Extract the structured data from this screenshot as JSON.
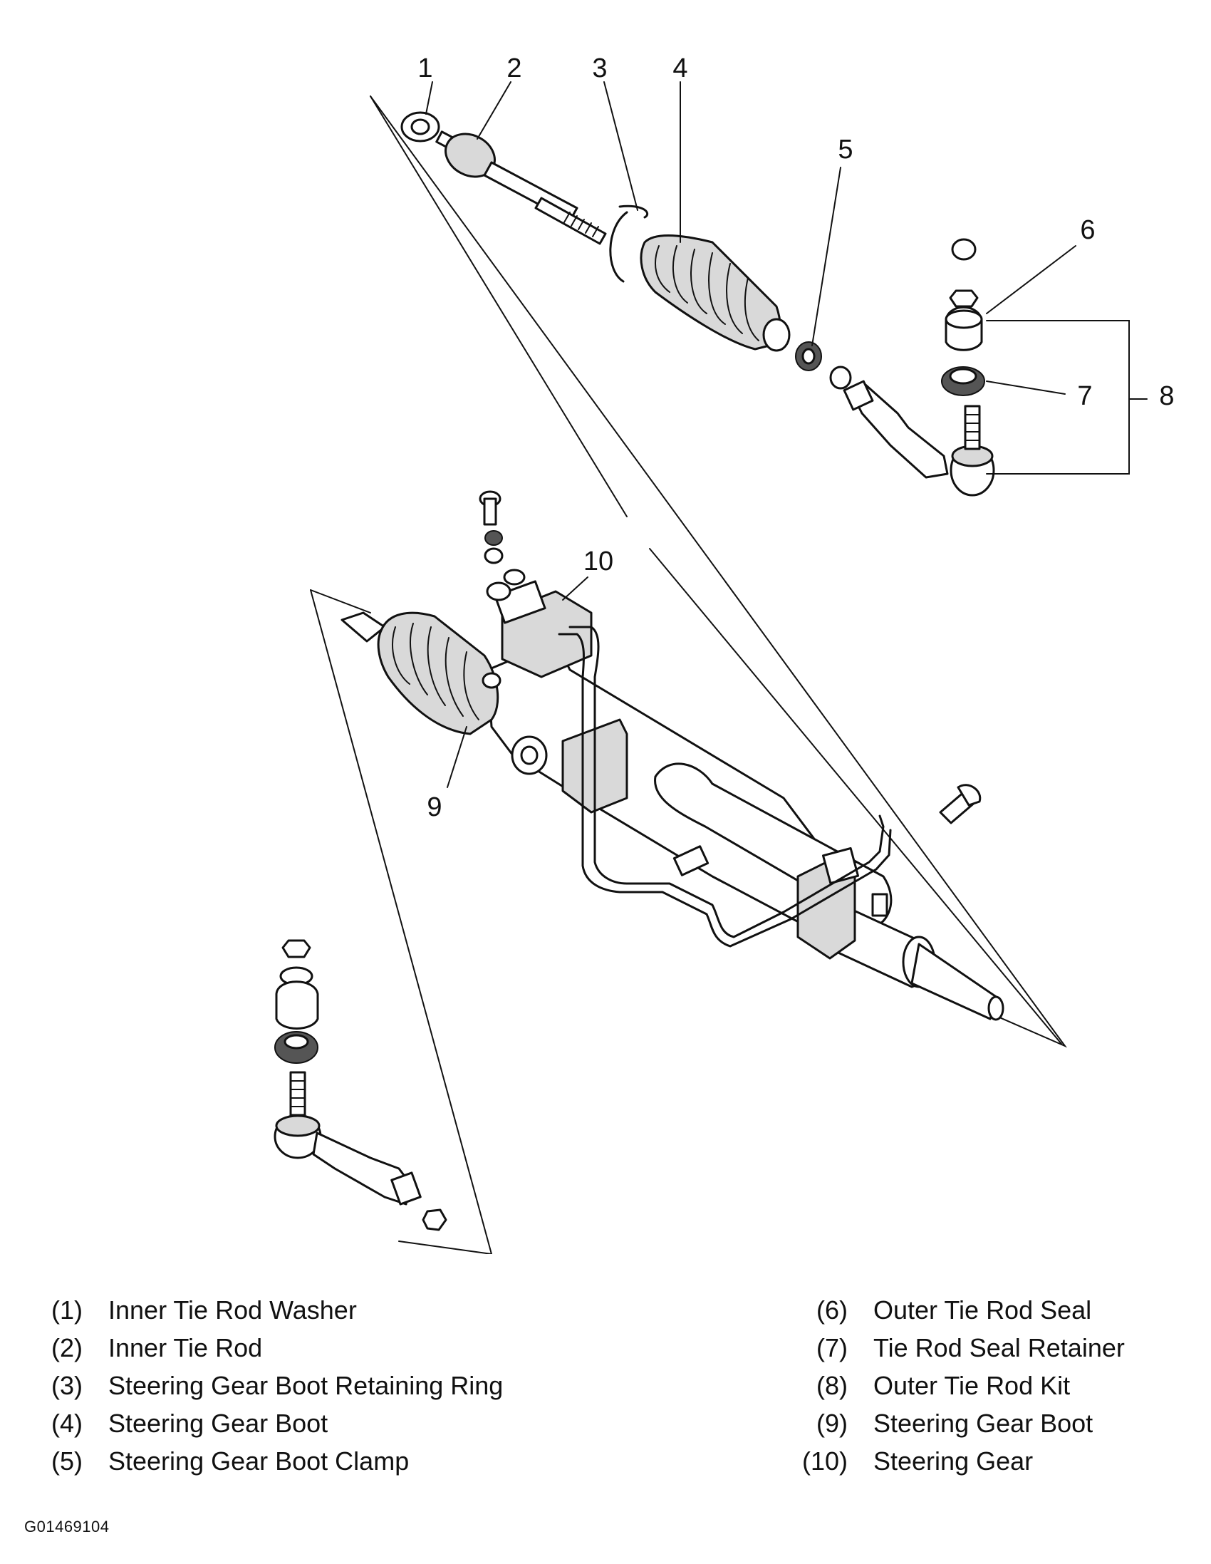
{
  "callouts": [
    "1",
    "2",
    "3",
    "4",
    "5",
    "6",
    "7",
    "8",
    "9",
    "10"
  ],
  "legend": {
    "left": [
      {
        "num": "(1)",
        "label": "Inner Tie Rod Washer"
      },
      {
        "num": "(2)",
        "label": "Inner Tie Rod"
      },
      {
        "num": "(3)",
        "label": "Steering Gear Boot Retaining Ring"
      },
      {
        "num": "(4)",
        "label": "Steering Gear Boot"
      },
      {
        "num": "(5)",
        "label": "Steering Gear Boot Clamp"
      }
    ],
    "right": [
      {
        "num": "(6)",
        "label": "Outer Tie Rod Seal"
      },
      {
        "num": "(7)",
        "label": "Tie Rod Seal Retainer"
      },
      {
        "num": "(8)",
        "label": "Outer Tie Rod Kit"
      },
      {
        "num": "(9)",
        "label": "Steering Gear Boot"
      },
      {
        "num": "(10)",
        "label": "Steering Gear"
      }
    ]
  },
  "figure_id": "G01469104"
}
